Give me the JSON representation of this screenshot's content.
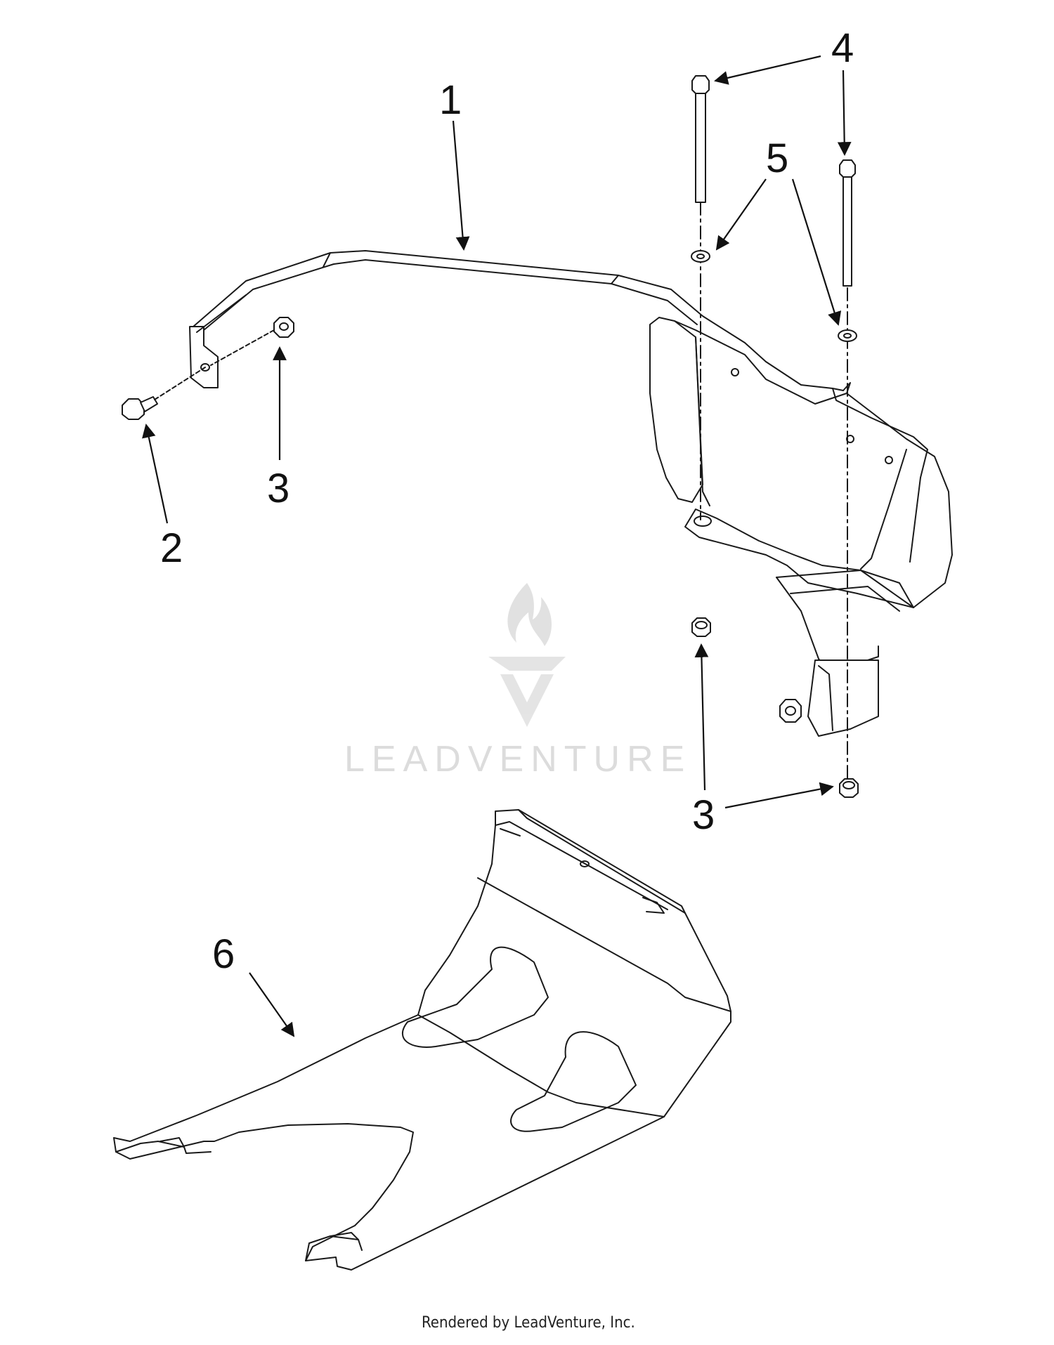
{
  "callouts": [
    {
      "id": "1",
      "label": "1"
    },
    {
      "id": "2",
      "label": "2"
    },
    {
      "id": "3a",
      "label": "3"
    },
    {
      "id": "3b",
      "label": "3"
    },
    {
      "id": "4",
      "label": "4"
    },
    {
      "id": "5",
      "label": "5"
    },
    {
      "id": "6",
      "label": "6"
    }
  ],
  "watermark": {
    "text": "LEADVENTURE"
  },
  "footer": {
    "text": "Rendered by LeadVenture, Inc."
  },
  "colors": {
    "line": "#1a1a1a",
    "watermark": "#dcdcdc",
    "background": "#ffffff"
  }
}
